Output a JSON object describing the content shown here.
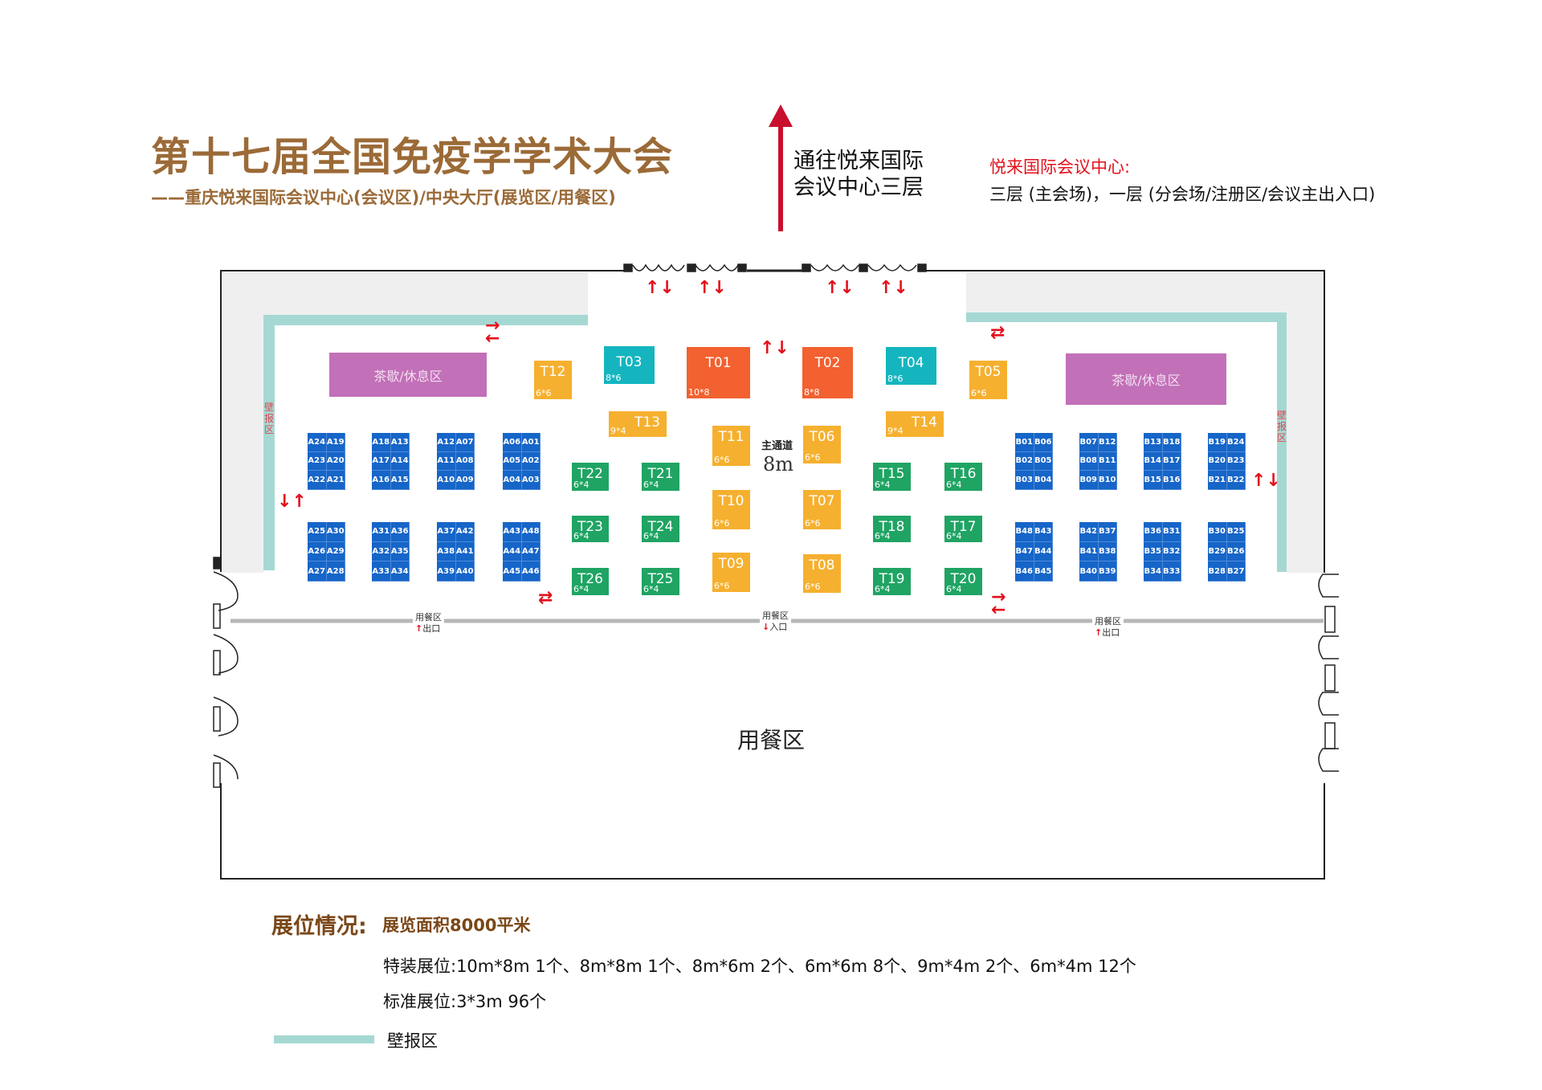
{
  "header": {
    "title": "第十七届全国免疫学学术大会",
    "subtitle": "——重庆悦来国际会议中心(会议区)/中央大厅(展览区/用餐区)",
    "up_direction_line1": "通往悦来国际",
    "up_direction_line2": "会议中心三层",
    "venue_label": "悦来国际会议中心:",
    "venue_floors": "三层 (主会场)，一层 (分会场/注册区/会议主出入口)"
  },
  "colors": {
    "title_brown": "#9b6a37",
    "red": "#e3101b",
    "booth_orange": "#f2612f",
    "booth_yellow": "#f6b02f",
    "booth_teal": "#14b5bf",
    "booth_green": "#1fa463",
    "standard_blue": "#1665c8",
    "lounge_purple": "#c270b8",
    "poster_wall": "#a6d8d3"
  },
  "floorplan": {
    "lounge_left": "茶歇/休息区",
    "lounge_right": "茶歇/休息区",
    "poster_wall_note": "壁报区",
    "main_aisle_label": "主通道",
    "main_aisle_width": "8m",
    "dining_area": "用餐区",
    "dining_exit_left": {
      "line1": "用餐区",
      "line2": "出口"
    },
    "dining_entrance": {
      "line1": "用餐区",
      "line2": "入口"
    },
    "dining_exit_right": {
      "line1": "用餐区",
      "line2": "出口"
    },
    "special_booths": [
      {
        "id": "T01",
        "size": "10*8",
        "color": "#f2612f"
      },
      {
        "id": "T02",
        "size": "8*8",
        "color": "#f2612f"
      },
      {
        "id": "T03",
        "size": "8*6",
        "color": "#14b5bf"
      },
      {
        "id": "T04",
        "size": "8*6",
        "color": "#14b5bf"
      },
      {
        "id": "T05",
        "size": "6*6",
        "color": "#f6b02f"
      },
      {
        "id": "T06",
        "size": "6*6",
        "color": "#f6b02f"
      },
      {
        "id": "T07",
        "size": "6*6",
        "color": "#f6b02f"
      },
      {
        "id": "T08",
        "size": "6*6",
        "color": "#f6b02f"
      },
      {
        "id": "T09",
        "size": "6*6",
        "color": "#f6b02f"
      },
      {
        "id": "T10",
        "size": "6*6",
        "color": "#f6b02f"
      },
      {
        "id": "T11",
        "size": "6*6",
        "color": "#f6b02f"
      },
      {
        "id": "T12",
        "size": "6*6",
        "color": "#f6b02f"
      },
      {
        "id": "T13",
        "size": "9*4",
        "color": "#f6b02f"
      },
      {
        "id": "T14",
        "size": "9*4",
        "color": "#f6b02f"
      },
      {
        "id": "T15",
        "size": "6*4",
        "color": "#1fa463"
      },
      {
        "id": "T16",
        "size": "6*4",
        "color": "#1fa463"
      },
      {
        "id": "T17",
        "size": "6*4",
        "color": "#1fa463"
      },
      {
        "id": "T18",
        "size": "6*4",
        "color": "#1fa463"
      },
      {
        "id": "T19",
        "size": "6*4",
        "color": "#1fa463"
      },
      {
        "id": "T20",
        "size": "6*4",
        "color": "#1fa463"
      },
      {
        "id": "T21",
        "size": "6*4",
        "color": "#1fa463"
      },
      {
        "id": "T22",
        "size": "6*4",
        "color": "#1fa463"
      },
      {
        "id": "T23",
        "size": "6*4",
        "color": "#1fa463"
      },
      {
        "id": "T24",
        "size": "6*4",
        "color": "#1fa463"
      },
      {
        "id": "T25",
        "size": "6*4",
        "color": "#1fa463"
      },
      {
        "id": "T26",
        "size": "6*4",
        "color": "#1fa463"
      }
    ],
    "standard_blocks": [
      [
        "A24",
        "A19",
        "A23",
        "A20",
        "A22",
        "A21"
      ],
      [
        "A18",
        "A13",
        "A17",
        "A14",
        "A16",
        "A15"
      ],
      [
        "A12",
        "A07",
        "A11",
        "A08",
        "A10",
        "A09"
      ],
      [
        "A06",
        "A01",
        "A05",
        "A02",
        "A04",
        "A03"
      ],
      [
        "A25",
        "A30",
        "A26",
        "A29",
        "A27",
        "A28"
      ],
      [
        "A31",
        "A36",
        "A32",
        "A35",
        "A33",
        "A34"
      ],
      [
        "A37",
        "A42",
        "A38",
        "A41",
        "A39",
        "A40"
      ],
      [
        "A43",
        "A48",
        "A44",
        "A47",
        "A45",
        "A46"
      ],
      [
        "B01",
        "B06",
        "B02",
        "B05",
        "B03",
        "B04"
      ],
      [
        "B07",
        "B12",
        "B08",
        "B11",
        "B09",
        "B10"
      ],
      [
        "B13",
        "B18",
        "B14",
        "B17",
        "B15",
        "B16"
      ],
      [
        "B19",
        "B24",
        "B20",
        "B23",
        "B21",
        "B22"
      ],
      [
        "B48",
        "B43",
        "B47",
        "B44",
        "B46",
        "B45"
      ],
      [
        "B42",
        "B37",
        "B41",
        "B38",
        "B40",
        "B39"
      ],
      [
        "B36",
        "B31",
        "B35",
        "B32",
        "B34",
        "B33"
      ],
      [
        "B30",
        "B25",
        "B29",
        "B26",
        "B28",
        "B27"
      ]
    ]
  },
  "summary": {
    "heading": "展位情况:",
    "area": "展览面积8000平米",
    "special": "特装展位:10m*8m 1个、8m*8m 1个、8m*6m 2个、6m*6m 8个、9m*4m 2个、6m*4m 12个",
    "standard": "标准展位:3*3m 96个",
    "legend_poster": "壁报区"
  }
}
